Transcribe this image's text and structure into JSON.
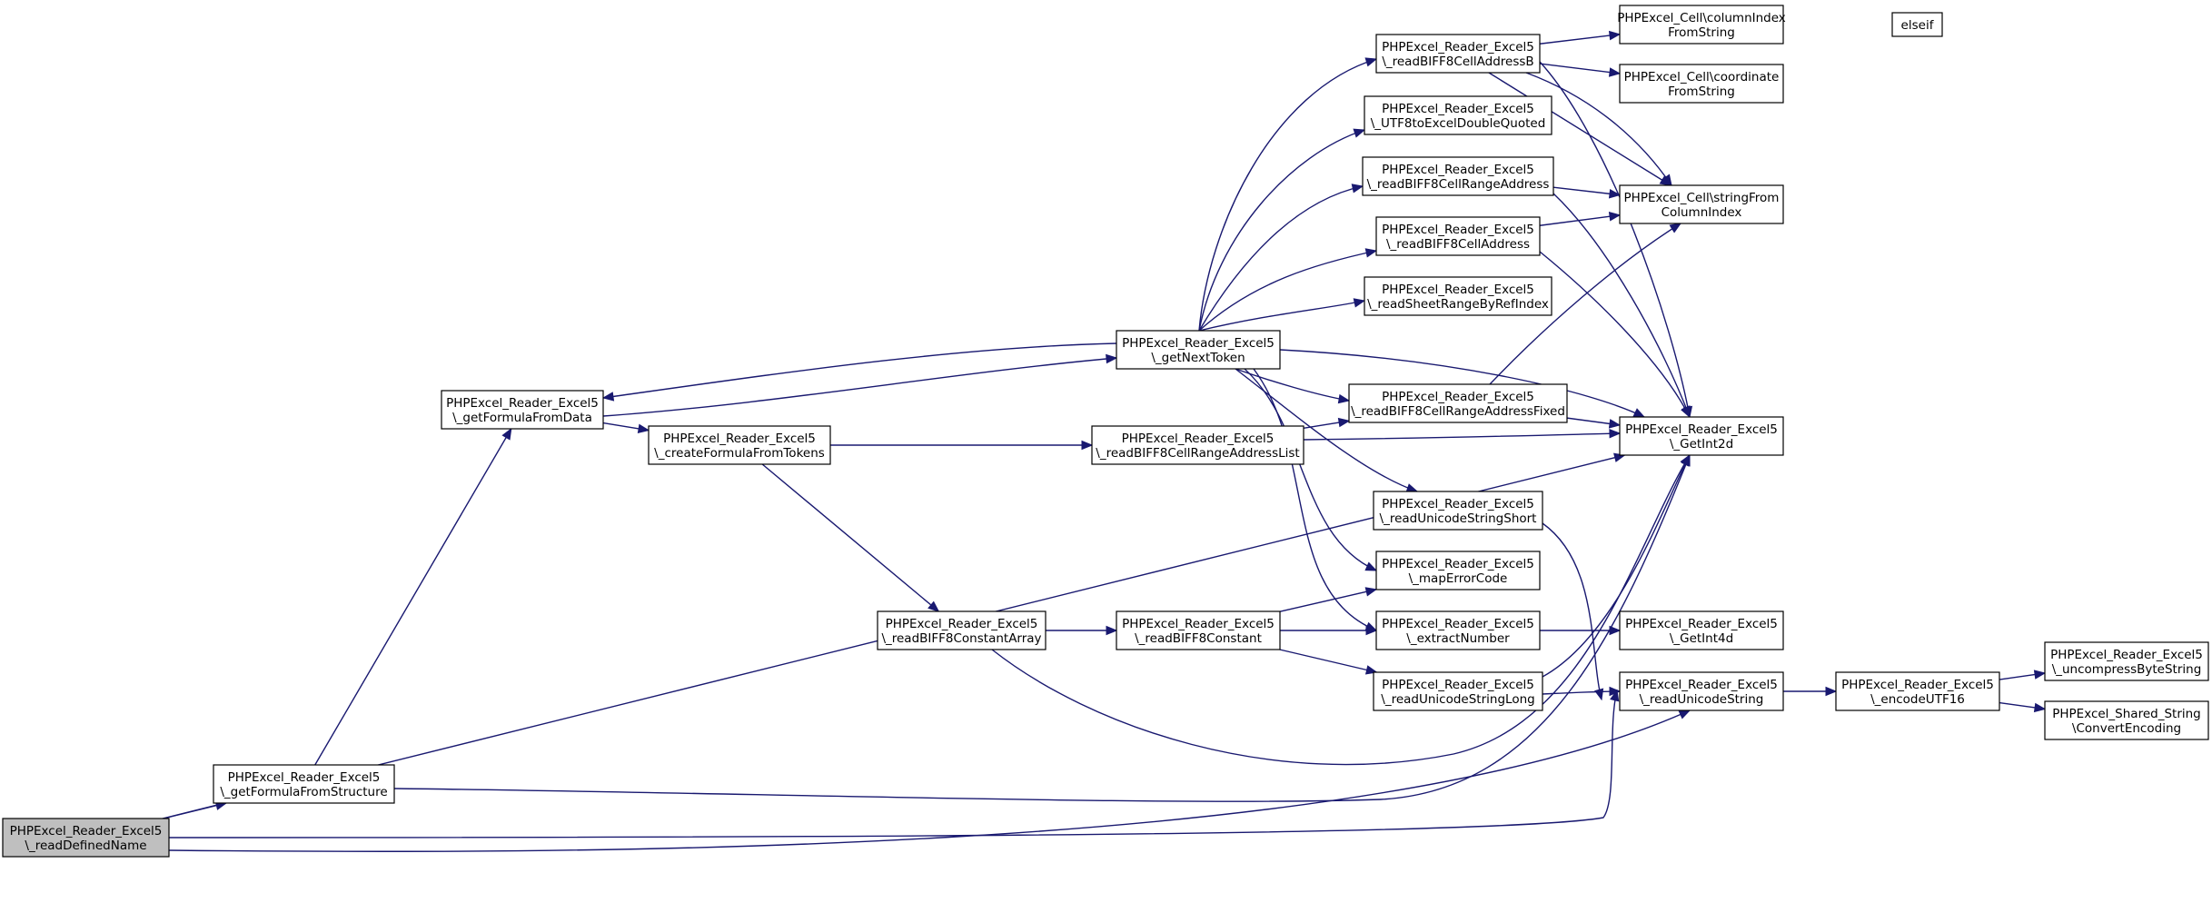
{
  "graph": {
    "root": "readDefinedName",
    "nodes": [
      {
        "id": "readDefinedName",
        "lines": [
          "PHPExcel_Reader_Excel5",
          "\\_readDefinedName"
        ],
        "root": true
      },
      {
        "id": "getFormulaFromStructure",
        "lines": [
          "PHPExcel_Reader_Excel5",
          "\\_getFormulaFromStructure"
        ]
      },
      {
        "id": "getFormulaFromData",
        "lines": [
          "PHPExcel_Reader_Excel5",
          "\\_getFormulaFromData"
        ]
      },
      {
        "id": "createFormulaFromTokens",
        "lines": [
          "PHPExcel_Reader_Excel5",
          "\\_createFormulaFromTokens"
        ]
      },
      {
        "id": "readBIFF8ConstantArray",
        "lines": [
          "PHPExcel_Reader_Excel5",
          "\\_readBIFF8ConstantArray"
        ]
      },
      {
        "id": "getNextToken",
        "lines": [
          "PHPExcel_Reader_Excel5",
          "\\_getNextToken"
        ]
      },
      {
        "id": "readBIFF8CellRangeAddressList",
        "lines": [
          "PHPExcel_Reader_Excel5",
          "\\_readBIFF8CellRangeAddressList"
        ]
      },
      {
        "id": "readBIFF8Constant",
        "lines": [
          "PHPExcel_Reader_Excel5",
          "\\_readBIFF8Constant"
        ]
      },
      {
        "id": "readBIFF8CellAddressB",
        "lines": [
          "PHPExcel_Reader_Excel5",
          "\\_readBIFF8CellAddressB"
        ]
      },
      {
        "id": "UTF8toExcelDoubleQuoted",
        "lines": [
          "PHPExcel_Reader_Excel5",
          "\\_UTF8toExcelDoubleQuoted"
        ]
      },
      {
        "id": "readBIFF8CellRangeAddress",
        "lines": [
          "PHPExcel_Reader_Excel5",
          "\\_readBIFF8CellRangeAddress"
        ]
      },
      {
        "id": "readBIFF8CellAddress",
        "lines": [
          "PHPExcel_Reader_Excel5",
          "\\_readBIFF8CellAddress"
        ]
      },
      {
        "id": "readSheetRangeByRefIndex",
        "lines": [
          "PHPExcel_Reader_Excel5",
          "\\_readSheetRangeByRefIndex"
        ]
      },
      {
        "id": "readBIFF8CellRangeAddressFixed",
        "lines": [
          "PHPExcel_Reader_Excel5",
          "\\_readBIFF8CellRangeAddressFixed"
        ]
      },
      {
        "id": "readUnicodeStringShort",
        "lines": [
          "PHPExcel_Reader_Excel5",
          "\\_readUnicodeStringShort"
        ]
      },
      {
        "id": "mapErrorCode",
        "lines": [
          "PHPExcel_Reader_Excel5",
          "\\_mapErrorCode"
        ]
      },
      {
        "id": "extractNumber",
        "lines": [
          "PHPExcel_Reader_Excel5",
          "\\_extractNumber"
        ]
      },
      {
        "id": "readUnicodeStringLong",
        "lines": [
          "PHPExcel_Reader_Excel5",
          "\\_readUnicodeStringLong"
        ]
      },
      {
        "id": "columnIndexFromString",
        "lines": [
          "PHPExcel_Cell\\columnIndex",
          "FromString"
        ]
      },
      {
        "id": "elseif",
        "lines": [
          "elseif"
        ]
      },
      {
        "id": "coordinateFromString",
        "lines": [
          "PHPExcel_Cell\\coordinate",
          "FromString"
        ]
      },
      {
        "id": "stringFromColumnIndex",
        "lines": [
          "PHPExcel_Cell\\stringFrom",
          "ColumnIndex"
        ]
      },
      {
        "id": "GetInt2d",
        "lines": [
          "PHPExcel_Reader_Excel5",
          "\\_GetInt2d"
        ]
      },
      {
        "id": "GetInt4d",
        "lines": [
          "PHPExcel_Reader_Excel5",
          "\\_GetInt4d"
        ]
      },
      {
        "id": "readUnicodeString",
        "lines": [
          "PHPExcel_Reader_Excel5",
          "\\_readUnicodeString"
        ]
      },
      {
        "id": "encodeUTF16",
        "lines": [
          "PHPExcel_Reader_Excel5",
          "\\_encodeUTF16"
        ]
      },
      {
        "id": "uncompressByteString",
        "lines": [
          "PHPExcel_Reader_Excel5",
          "\\_uncompressByteString"
        ]
      },
      {
        "id": "ConvertEncoding",
        "lines": [
          "PHPExcel_Shared_String",
          "\\ConvertEncoding"
        ]
      }
    ],
    "edges": [
      {
        "from": "readDefinedName",
        "to": "getFormulaFromStructure"
      },
      {
        "from": "readDefinedName",
        "to": "GetInt2d"
      },
      {
        "from": "readDefinedName",
        "to": "readUnicodeString"
      },
      {
        "from": "readDefinedName",
        "to": "readUnicodeString"
      },
      {
        "from": "getFormulaFromStructure",
        "to": "getFormulaFromData"
      },
      {
        "from": "getFormulaFromStructure",
        "to": "GetInt2d"
      },
      {
        "from": "getFormulaFromData",
        "to": "createFormulaFromTokens"
      },
      {
        "from": "getFormulaFromData",
        "to": "getNextToken"
      },
      {
        "from": "getNextToken",
        "to": "getFormulaFromData"
      },
      {
        "from": "createFormulaFromTokens",
        "to": "readBIFF8CellRangeAddressList"
      },
      {
        "from": "createFormulaFromTokens",
        "to": "readBIFF8ConstantArray"
      },
      {
        "from": "readBIFF8ConstantArray",
        "to": "readBIFF8Constant"
      },
      {
        "from": "readBIFF8ConstantArray",
        "to": "GetInt2d"
      },
      {
        "from": "readBIFF8Constant",
        "to": "mapErrorCode"
      },
      {
        "from": "readBIFF8Constant",
        "to": "extractNumber"
      },
      {
        "from": "readBIFF8Constant",
        "to": "readUnicodeStringLong"
      },
      {
        "from": "readBIFF8CellRangeAddressList",
        "to": "readBIFF8CellRangeAddressFixed"
      },
      {
        "from": "readBIFF8CellRangeAddressList",
        "to": "GetInt2d"
      },
      {
        "from": "getNextToken",
        "to": "readBIFF8CellAddressB"
      },
      {
        "from": "getNextToken",
        "to": "UTF8toExcelDoubleQuoted"
      },
      {
        "from": "getNextToken",
        "to": "readBIFF8CellRangeAddress"
      },
      {
        "from": "getNextToken",
        "to": "readBIFF8CellAddress"
      },
      {
        "from": "getNextToken",
        "to": "readSheetRangeByRefIndex"
      },
      {
        "from": "getNextToken",
        "to": "GetInt2d"
      },
      {
        "from": "getNextToken",
        "to": "readBIFF8CellRangeAddressFixed"
      },
      {
        "from": "getNextToken",
        "to": "readUnicodeStringShort"
      },
      {
        "from": "getNextToken",
        "to": "mapErrorCode"
      },
      {
        "from": "getNextToken",
        "to": "extractNumber"
      },
      {
        "from": "readBIFF8CellAddressB",
        "to": "columnIndexFromString"
      },
      {
        "from": "readBIFF8CellAddressB",
        "to": "coordinateFromString"
      },
      {
        "from": "readBIFF8CellAddressB",
        "to": "stringFromColumnIndex"
      },
      {
        "from": "readBIFF8CellAddressB",
        "to": "GetInt2d"
      },
      {
        "from": "columnIndexFromString",
        "to": "elseif"
      },
      {
        "from": "readBIFF8CellRangeAddress",
        "to": "stringFromColumnIndex"
      },
      {
        "from": "readBIFF8CellRangeAddress",
        "to": "GetInt2d"
      },
      {
        "from": "readBIFF8CellAddress",
        "to": "stringFromColumnIndex"
      },
      {
        "from": "readBIFF8CellAddress",
        "to": "GetInt2d"
      },
      {
        "from": "readBIFF8CellRangeAddressFixed",
        "to": "stringFromColumnIndex"
      },
      {
        "from": "readBIFF8CellRangeAddressFixed",
        "to": "GetInt2d"
      },
      {
        "from": "readUnicodeStringShort",
        "to": "readUnicodeString"
      },
      {
        "from": "extractNumber",
        "to": "GetInt4d"
      },
      {
        "from": "readUnicodeStringLong",
        "to": "GetInt2d"
      },
      {
        "from": "readUnicodeStringLong",
        "to": "readUnicodeString"
      },
      {
        "from": "readUnicodeString",
        "to": "encodeUTF16"
      },
      {
        "from": "encodeUTF16",
        "to": "uncompressByteString"
      },
      {
        "from": "encodeUTF16",
        "to": "ConvertEncoding"
      }
    ]
  },
  "colors": {
    "edge": "#191970",
    "root_fill": "#bfbfbf",
    "node_fill": "#ffffff",
    "node_border": "#000000"
  }
}
